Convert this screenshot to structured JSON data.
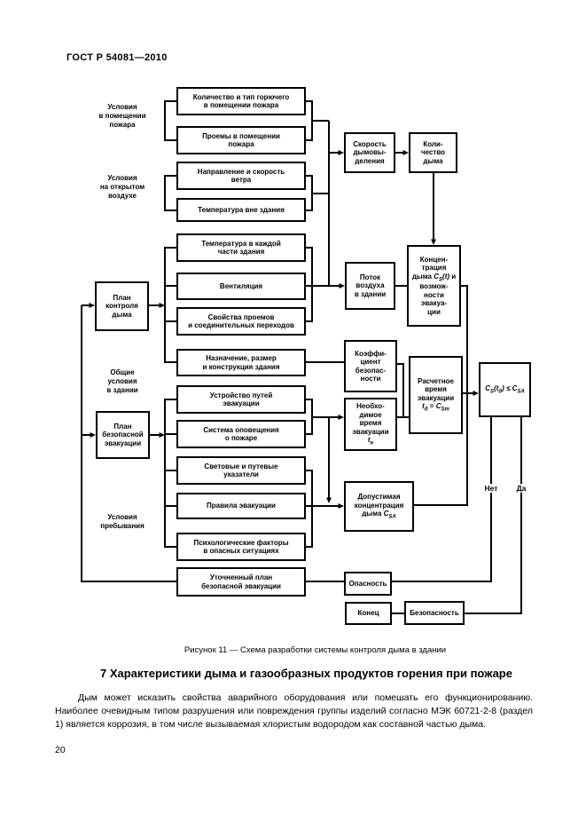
{
  "page": {
    "header": "ГОСТ Р 54081—2010",
    "page_number": "20"
  },
  "figure": {
    "caption": "Рисунок 11 — Схема разработки системы контроля дыма в здании",
    "side_labels": {
      "room_conditions": "Условия\nв помещении\nпожара",
      "outdoor_conditions": "Условия\nна открытом\nвоздухе",
      "building_conditions": "Общие\nусловия\nв здании",
      "occupancy_conditions": "Условия\nпребывания"
    },
    "branch_labels": {
      "no": "Нет",
      "yes": "Да"
    },
    "boxes": {
      "fuel": "Количество и тип горючего\nв помещении пожара",
      "openings": "Проемы в помещении\nпожара",
      "wind": "Направление и скорость\nветра",
      "outside_temp": "Температура вне здания",
      "part_temp": "Температура в каждой\nчасти здания",
      "ventilation": "Вентиляция",
      "passage_props": "Свойства проемов\nи соединительных переходов",
      "building_design": "Назначение, размер\nи конструкция здания",
      "escape_routes": "Устройство путей\nэвакуации",
      "alarm_system": "Система оповещения\nо пожаре",
      "signs": "Световые и путевые\nуказатели",
      "evacuation_rules": "Правила эвакуации",
      "psych_factors": "Психологические факторы\nв опасных ситуациях",
      "refined_plan": "Уточненный план\nбезопасной эвакуации",
      "smoke_control_plan": "План\nконтроля\nдыма",
      "safe_evacuation_plan": "План\nбезопасной\nэвакуации",
      "smoke_rate": "Скорость\nдымовы-\nделения",
      "smoke_amount": "Коли-\nчество\nдыма",
      "air_flow": "Поток\nвоздуха\nв здании",
      "concentration_parts": [
        "Концен-\nтрация\nдыма ",
        "C",
        "S",
        "(t)",
        " и\nвозмож-\nности\nэвакуа-\nции"
      ],
      "safety_factor": "Коэффи-\nциент\nбезопас-\nности",
      "required_time_parts": [
        "Необхо-\nдимое\nвремя\nэвакуации\n",
        "t",
        "н"
      ],
      "calc_time_parts": [
        "Расчетное\nвремя\nэвакуации\n",
        "t",
        "д",
        " = ",
        "C",
        "Sm"
      ],
      "decision_parts": [
        "C",
        "S",
        "(t",
        "д",
        ") ≤ ",
        "C",
        "SA"
      ],
      "allowed_concentration_parts": [
        "Допустимая\nконцентрация\nдыма ",
        "C",
        "SA"
      ],
      "danger": "Опасность",
      "end": "Конец",
      "safety": "Безопасность"
    }
  },
  "section": {
    "heading": "7 Характеристики дыма и газообразных продуктов горения при пожаре",
    "paragraph": "Дым может исказить свойства аварийного оборудования или помешать его функционированию. Наиболее очевидным типом разрушения или повреждения группы изделий согласно МЭК 60721-2-8 (раздел 1) является коррозия, в том числе вызываемая хлористым водородом как составной частью дыма."
  }
}
